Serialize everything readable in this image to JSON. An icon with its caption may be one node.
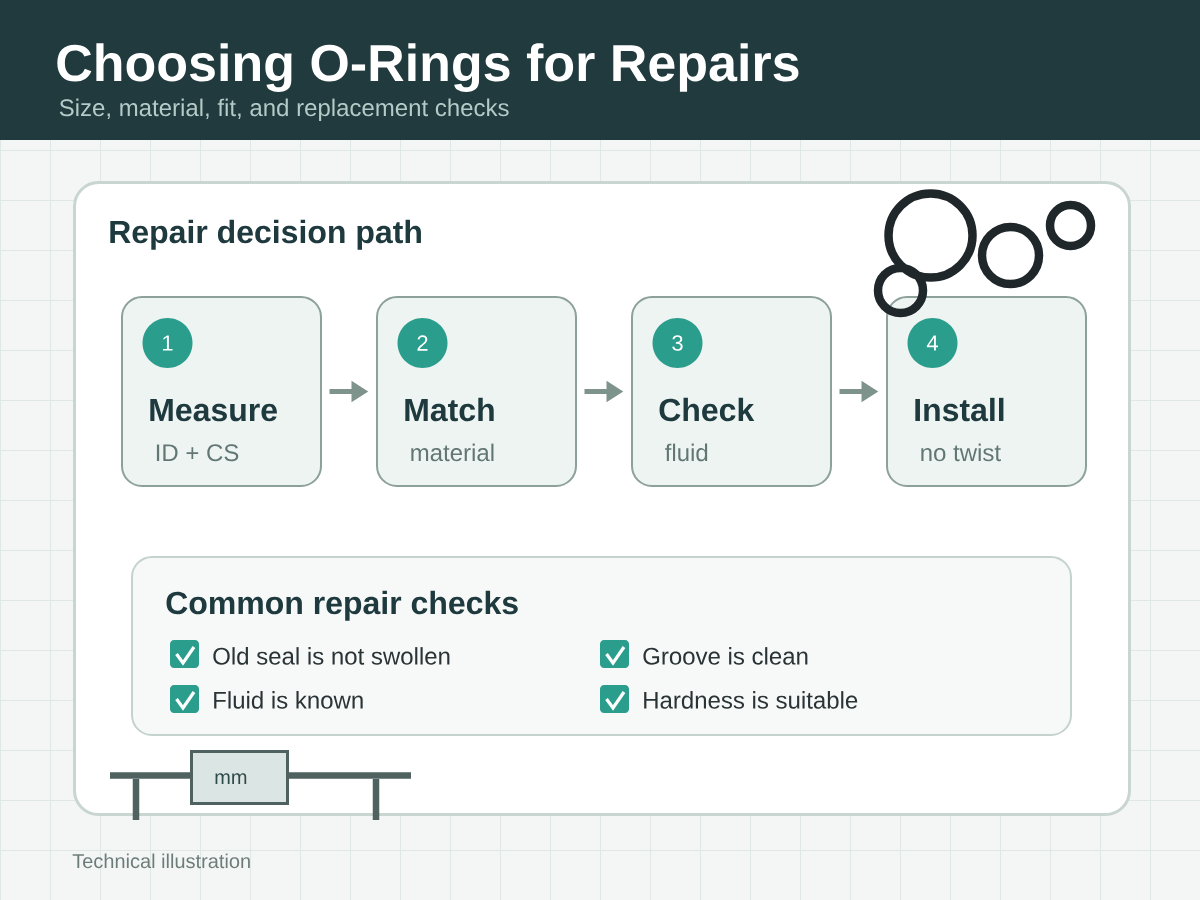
{
  "diagram": {
    "title": "Choosing O-Rings for Repairs",
    "caption": "Technical illustration",
    "nodes": [
      {
        "text": [
          "Repair decision path"
        ]
      },
      {
        "text": [
          "Measure",
          "ID + CS"
        ],
        "in": 0
      },
      {
        "text": [
          "1"
        ],
        "in": 1
      },
      {
        "text": [
          "Match",
          "material"
        ],
        "in": 0
      },
      {
        "text": [
          "2"
        ],
        "in": 3
      },
      {
        "text": [
          "Check",
          "fluid"
        ],
        "in": 0
      },
      {
        "text": [
          "3"
        ],
        "in": 5
      },
      {
        "text": [
          "Install",
          "no twist"
        ],
        "in": 0
      },
      {
        "text": [
          "4"
        ],
        "in": 7
      },
      {
        "text": [
          "Common repair checks"
        ],
        "in": 0
      },
      {
        "text": [
          "mm"
        ],
        "in": 0
      }
    ],
    "edges": [
      {
        "from": 1,
        "to": 3,
        "arrow": "to"
      },
      {
        "from": 3,
        "to": 5,
        "arrow": "to"
      },
      {
        "from": 5,
        "to": 7,
        "arrow": "to"
      }
    ],
    "labels": [
      "Size, material, fit, and replacement checks",
      "Old seal is not swollen",
      "Groove is clean",
      "Fluid is known",
      "Hardness is suitable"
    ]
  }
}
